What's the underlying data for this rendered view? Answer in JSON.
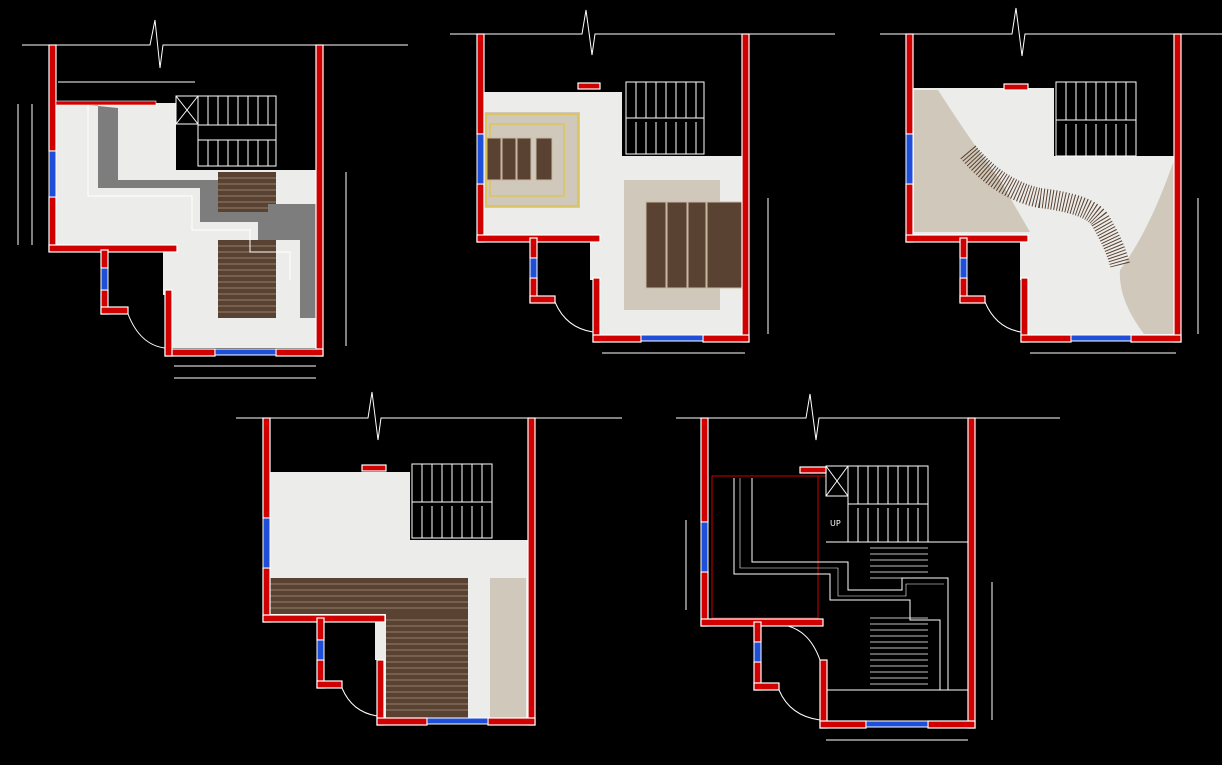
{
  "drawing": {
    "background": "#000000",
    "colors": {
      "wall": "#d10000",
      "wall_outline": "#ffffff",
      "floor": "#ececea",
      "window": "#1f4fd8",
      "stair_line": "#ffffff",
      "wood": "#5a4232",
      "wood_line": "#c8b8a0",
      "taupe": "#cfc8bb",
      "path_gray": "#7d7d7d",
      "highlight": "#e8c200"
    },
    "plans": [
      {
        "name": "plan-1",
        "variant": "gray-path"
      },
      {
        "name": "plan-2",
        "variant": "wood-rugs"
      },
      {
        "name": "plan-3",
        "variant": "curved-garden"
      },
      {
        "name": "plan-4",
        "variant": "l-deck"
      },
      {
        "name": "plan-5",
        "variant": "line-drawing"
      }
    ],
    "labels": {
      "up_label": "UP"
    }
  }
}
